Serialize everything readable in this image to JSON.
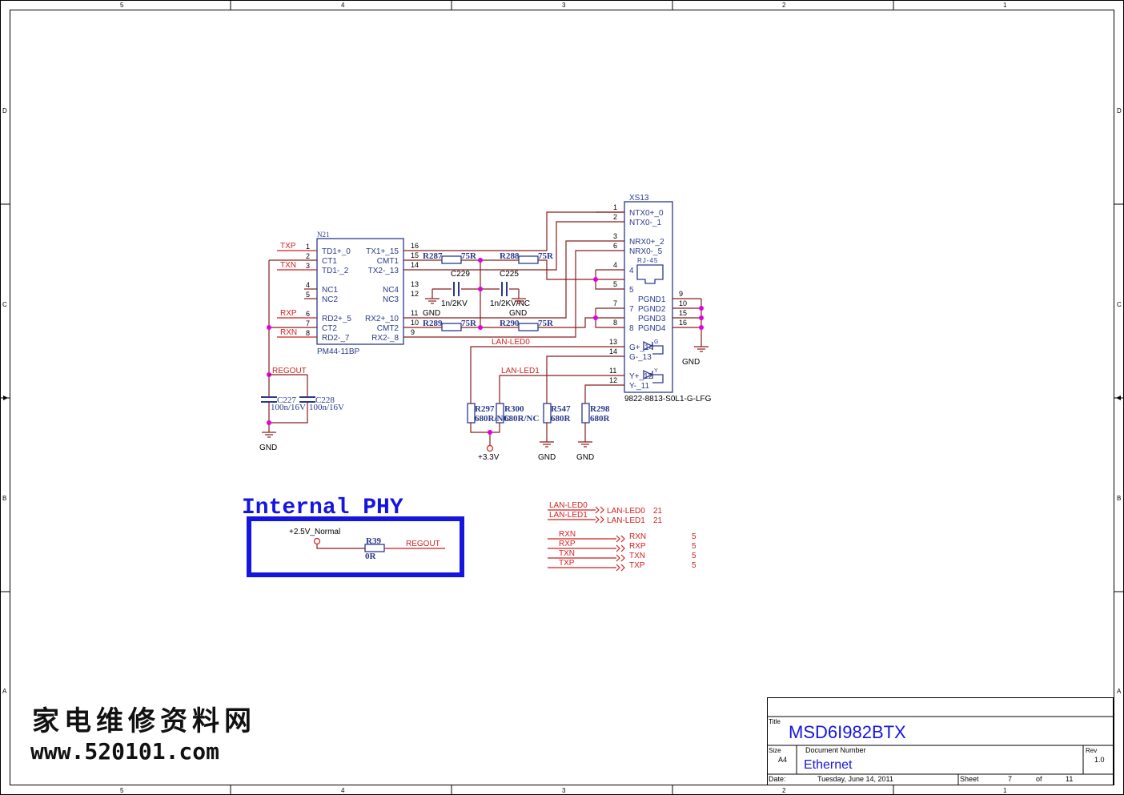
{
  "frame": {
    "cols_top": [
      "5",
      "4",
      "3",
      "2",
      "1"
    ],
    "cols_bottom": [
      "5",
      "4",
      "3",
      "2",
      "1"
    ],
    "rows_left": [
      "D",
      "C",
      "B",
      "A"
    ],
    "rows_right": [
      "D",
      "C",
      "B",
      "A"
    ]
  },
  "transformer": {
    "ref": "N21",
    "part": "PM44-11BP",
    "left_pins": [
      {
        "num": "1",
        "name": "TD1+_0",
        "net": "TXP"
      },
      {
        "num": "2",
        "name": "CT1",
        "net": ""
      },
      {
        "num": "3",
        "name": "TD1-_2",
        "net": "TXN"
      },
      {
        "num": "4",
        "name": "NC1",
        "net": ""
      },
      {
        "num": "5",
        "name": "NC2",
        "net": ""
      },
      {
        "num": "6",
        "name": "RD2+_5",
        "net": "RXP"
      },
      {
        "num": "7",
        "name": "CT2",
        "net": ""
      },
      {
        "num": "8",
        "name": "RD2-_7",
        "net": "RXN"
      }
    ],
    "right_pins": [
      {
        "num": "16",
        "name": "TX1+_15"
      },
      {
        "num": "15",
        "name": "CMT1"
      },
      {
        "num": "14",
        "name": "TX2-_13"
      },
      {
        "num": "13",
        "name": "NC4"
      },
      {
        "num": "12",
        "name": "NC3"
      },
      {
        "num": "11",
        "name": "RX2+_10"
      },
      {
        "num": "10",
        "name": "CMT2"
      },
      {
        "num": "9",
        "name": "RX2-_8"
      }
    ],
    "gnd_label": "GND"
  },
  "resistors_top": [
    {
      "ref": "R287",
      "value": "75R"
    },
    {
      "ref": "R288",
      "value": "75R"
    },
    {
      "ref": "R289",
      "value": "75R"
    },
    {
      "ref": "R290",
      "value": "75R"
    }
  ],
  "caps_mid": [
    {
      "ref": "C229",
      "value": "1n/2KV"
    },
    {
      "ref": "C225",
      "value": "1n/2KV/NC"
    }
  ],
  "gnd_mid": "GND",
  "connector": {
    "ref": "XS13",
    "part": "9822-8813-S0L1-G-LFG",
    "jack": "RJ-45",
    "pins_left": [
      "1",
      "2",
      "3",
      "6",
      "4",
      "5",
      "7",
      "8",
      "13",
      "14",
      "11",
      "12"
    ],
    "names": [
      "NTX0+_0",
      "NTX0-_1",
      "NRX0+_2",
      "NRX0-_5"
    ],
    "inner_nums": [
      "4",
      "5",
      "7",
      "8"
    ],
    "pgnd": [
      "PGND1",
      "PGND2",
      "PGND3",
      "PGND4"
    ],
    "pgnd_pins": [
      "9",
      "10",
      "15",
      "16"
    ],
    "led_g": [
      "G+_14",
      "G-_13"
    ],
    "led_y": [
      "Y+_12",
      "Y-_11"
    ],
    "led_g_letter": "G",
    "led_y_letter": "Y",
    "gnd_label": "GND"
  },
  "nets": {
    "lan_led0": "LAN-LED0",
    "lan_led1": "LAN-LED1",
    "regout": "REGOUT"
  },
  "led_resistors": [
    {
      "ref": "R297",
      "value": "680R/NC"
    },
    {
      "ref": "R300",
      "value": "680R/NC"
    },
    {
      "ref": "R547",
      "value": "680R"
    },
    {
      "ref": "R298",
      "value": "680R"
    }
  ],
  "power_33": "+3.3V",
  "gnd_led1": "GND",
  "gnd_led2": "GND",
  "ct_caps": [
    {
      "ref": "C227",
      "value": "100n/16V"
    },
    {
      "ref": "C228",
      "value": "100n/16V"
    }
  ],
  "gnd_ct": "GND",
  "phy": {
    "title": "Internal PHY",
    "supply": "+2.5V_Normal",
    "resistor": "R39",
    "value": "0R",
    "out": "REGOUT"
  },
  "offpage": [
    {
      "net": "LAN-LED0",
      "label": "LAN-LED0",
      "page": "21"
    },
    {
      "net": "LAN-LED1",
      "label": "LAN-LED1",
      "page": "21"
    },
    {
      "net": "RXN",
      "label": "RXN",
      "page": "5"
    },
    {
      "net": "RXP",
      "label": "RXP",
      "page": "5"
    },
    {
      "net": "TXN",
      "label": "TXN",
      "page": "5"
    },
    {
      "net": "TXP",
      "label": "TXP",
      "page": "5"
    }
  ],
  "titleblock": {
    "title_label": "Title",
    "title": "MSD6I982BTX",
    "size_label": "Size",
    "size": "A4",
    "docnum_label": "Document Number",
    "docnum": "Ethernet",
    "rev_label": "Rev",
    "rev": "1.0",
    "date_label": "Date:",
    "date": "Tuesday, June 14, 2011",
    "sheet_label": "Sheet",
    "sheet": "7",
    "of_label": "of",
    "total": "11"
  },
  "watermark": {
    "line1": "家电维修资料网",
    "line2": "www.520101.com"
  }
}
